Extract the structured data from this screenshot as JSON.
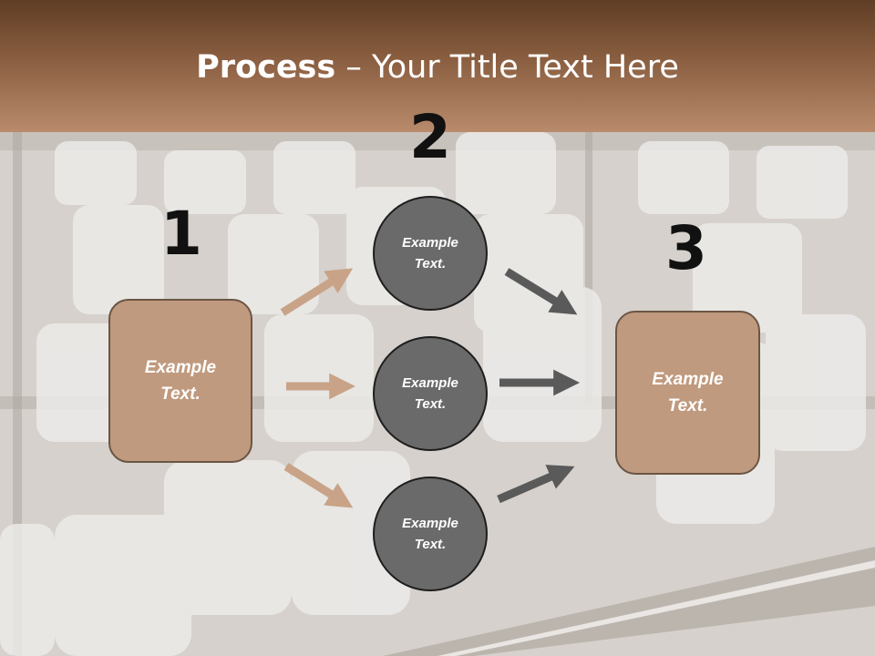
{
  "slide": {
    "title_bold": "Process",
    "title_rest": " – Your Title Text Here"
  },
  "steps": {
    "one": "1",
    "two": "2",
    "three": "3"
  },
  "boxes": {
    "left": "Example\nText.",
    "right": "Example\nText."
  },
  "circles": {
    "top": "Example\nText.",
    "middle": "Example\nText.",
    "bottom": "Example\nText."
  },
  "colors": {
    "title_band_dark": "#5f3d25",
    "title_band_light": "#b98b6c",
    "box_fill": "#c09a7e",
    "circle_fill": "#6a6a6a",
    "arrow_tan": "#c9a387",
    "arrow_gray": "#5a5a5a"
  }
}
